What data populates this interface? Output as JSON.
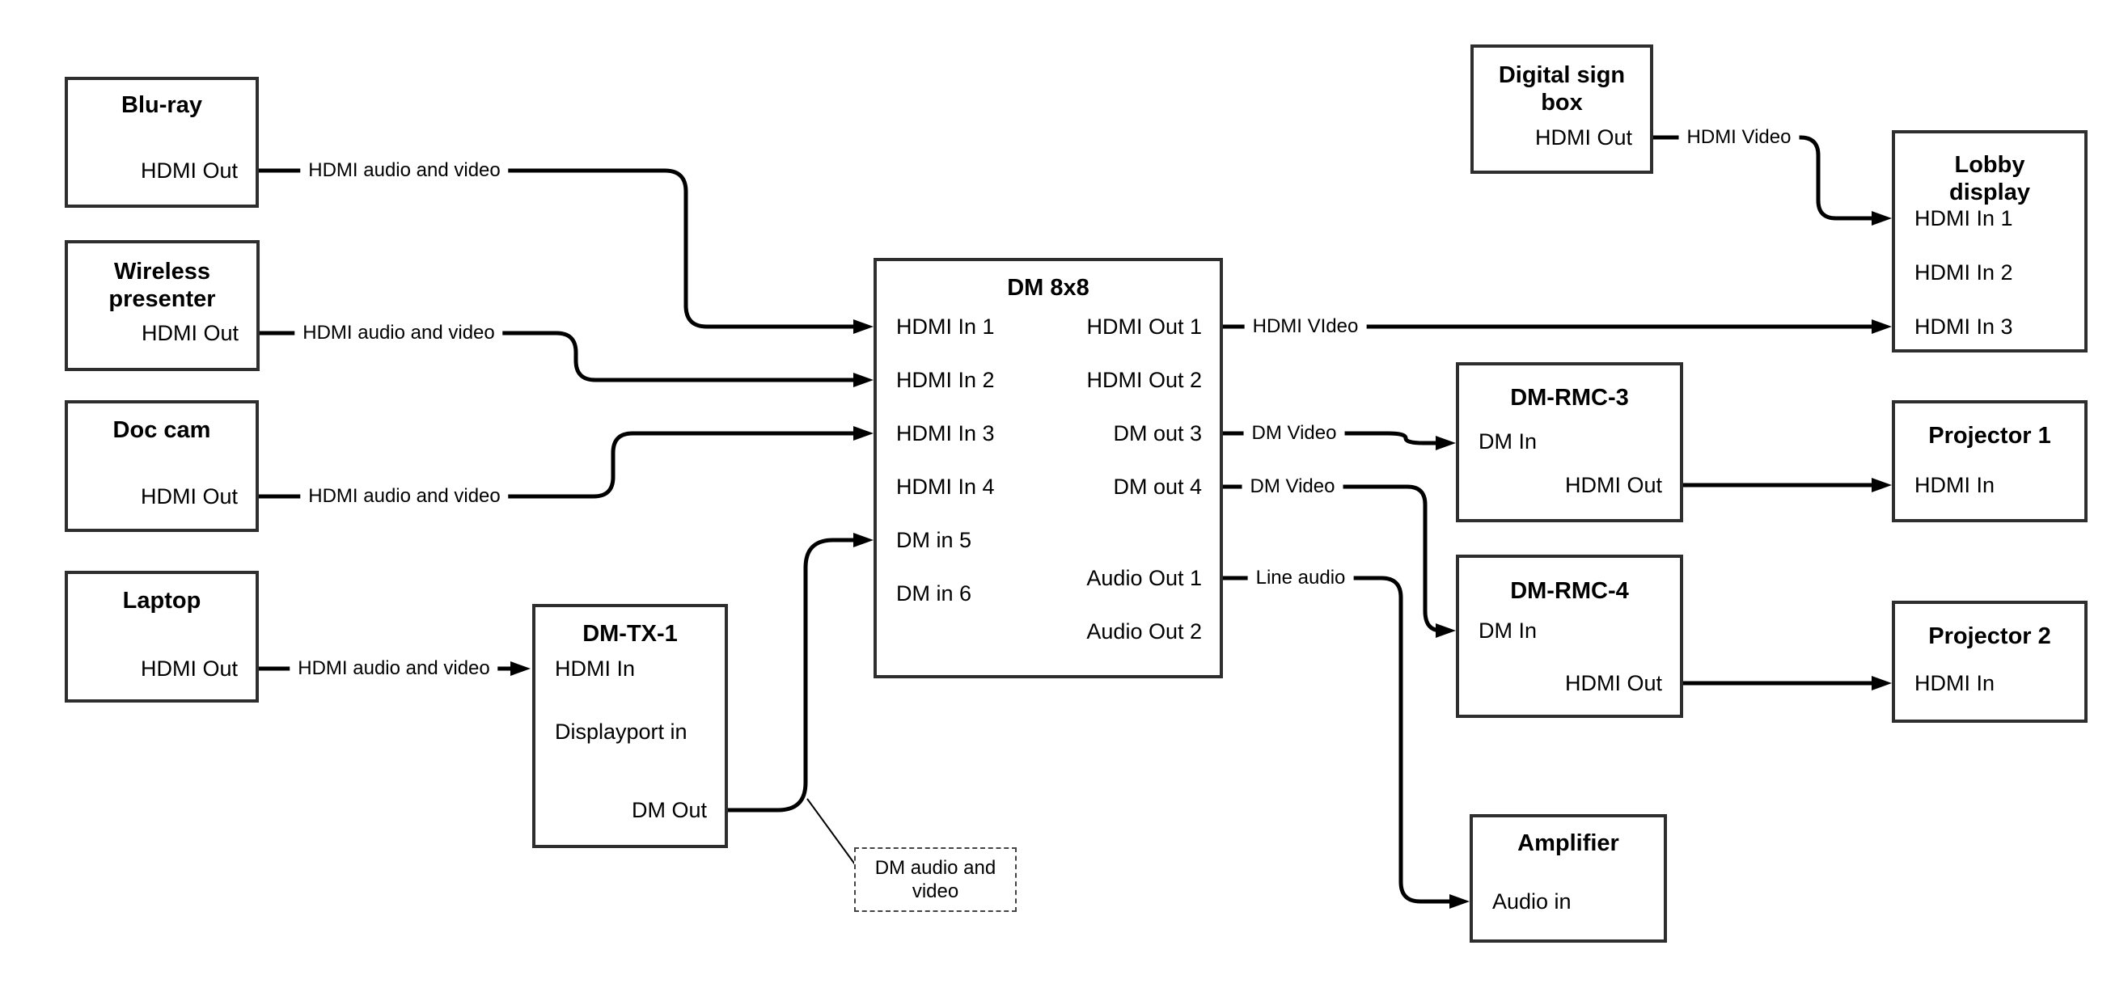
{
  "diagram": {
    "nodes": [
      {
        "id": "bluray",
        "title": [
          "Blu-ray"
        ],
        "ports": [
          {
            "id": "hdmi-out",
            "label": "HDMI Out"
          }
        ]
      },
      {
        "id": "wireless",
        "title": [
          "Wireless",
          "presenter"
        ],
        "ports": [
          {
            "id": "hdmi-out",
            "label": "HDMI Out"
          }
        ]
      },
      {
        "id": "doccam",
        "title": [
          "Doc cam"
        ],
        "ports": [
          {
            "id": "hdmi-out",
            "label": "HDMI Out"
          }
        ]
      },
      {
        "id": "laptop",
        "title": [
          "Laptop"
        ],
        "ports": [
          {
            "id": "hdmi-out",
            "label": "HDMI Out"
          }
        ]
      },
      {
        "id": "dmtx1",
        "title": [
          "DM-TX-1"
        ],
        "ports": [
          {
            "id": "hdmi-in",
            "label": "HDMI In"
          },
          {
            "id": "displayport-in",
            "label": "Displayport in"
          },
          {
            "id": "dm-out",
            "label": "DM Out"
          }
        ]
      },
      {
        "id": "dm8x8",
        "title": [
          "DM 8x8"
        ],
        "ports": [
          {
            "id": "hdmi-in-1",
            "label": "HDMI In 1"
          },
          {
            "id": "hdmi-in-2",
            "label": "HDMI In 2"
          },
          {
            "id": "hdmi-in-3",
            "label": "HDMI In 3"
          },
          {
            "id": "hdmi-in-4",
            "label": "HDMI In 4"
          },
          {
            "id": "dm-in-5",
            "label": "DM in 5"
          },
          {
            "id": "dm-in-6",
            "label": "DM in 6"
          },
          {
            "id": "hdmi-out-1",
            "label": "HDMI Out 1"
          },
          {
            "id": "hdmi-out-2",
            "label": "HDMI Out 2"
          },
          {
            "id": "dm-out-3",
            "label": "DM out 3"
          },
          {
            "id": "dm-out-4",
            "label": "DM out 4"
          },
          {
            "id": "audio-out-1",
            "label": "Audio Out 1"
          },
          {
            "id": "audio-out-2",
            "label": "Audio Out 2"
          }
        ]
      },
      {
        "id": "digitalsign",
        "title": [
          "Digital sign",
          "box"
        ],
        "ports": [
          {
            "id": "hdmi-out",
            "label": "HDMI Out"
          }
        ]
      },
      {
        "id": "lobby",
        "title": [
          "Lobby",
          "display"
        ],
        "ports": [
          {
            "id": "hdmi-in-1",
            "label": "HDMI In 1"
          },
          {
            "id": "hdmi-in-2",
            "label": "HDMI In 2"
          },
          {
            "id": "hdmi-in-3",
            "label": "HDMI In 3"
          }
        ]
      },
      {
        "id": "dmrmc3",
        "title": [
          "DM-RMC-3"
        ],
        "ports": [
          {
            "id": "dm-in",
            "label": "DM In"
          },
          {
            "id": "hdmi-out",
            "label": "HDMI Out"
          }
        ]
      },
      {
        "id": "proj1",
        "title": [
          "Projector 1"
        ],
        "ports": [
          {
            "id": "hdmi-in",
            "label": "HDMI In"
          }
        ]
      },
      {
        "id": "dmrmc4",
        "title": [
          "DM-RMC-4"
        ],
        "ports": [
          {
            "id": "dm-in",
            "label": "DM In"
          },
          {
            "id": "hdmi-out",
            "label": "HDMI Out"
          }
        ]
      },
      {
        "id": "proj2",
        "title": [
          "Projector 2"
        ],
        "ports": [
          {
            "id": "hdmi-in",
            "label": "HDMI In"
          }
        ]
      },
      {
        "id": "amplifier",
        "title": [
          "Amplifier"
        ],
        "ports": [
          {
            "id": "audio-in",
            "label": "Audio in"
          }
        ]
      }
    ],
    "wires": [
      {
        "id": "bluray-to-dm8x8",
        "label": "HDMI audio and video",
        "from": "Blu-ray HDMI Out",
        "to": "DM 8x8 HDMI In 1"
      },
      {
        "id": "wireless-to-dm8x8",
        "label": "HDMI audio and video",
        "from": "Wireless presenter HDMI Out",
        "to": "DM 8x8 HDMI In 2"
      },
      {
        "id": "doccam-to-dm8x8",
        "label": "HDMI audio and video",
        "from": "Doc cam HDMI Out",
        "to": "DM 8x8 HDMI In 3"
      },
      {
        "id": "laptop-to-dmtx1",
        "label": "HDMI audio and video",
        "from": "Laptop HDMI Out",
        "to": "DM-TX-1 HDMI In"
      },
      {
        "id": "dmtx1-to-dm8x8",
        "label": "",
        "from": "DM-TX-1 DM Out",
        "to": "DM 8x8 DM in 5"
      },
      {
        "id": "dm8x8-to-lobby",
        "label": "HDMI VIdeo",
        "from": "DM 8x8 HDMI Out 1",
        "to": "Lobby display HDMI In 3"
      },
      {
        "id": "dm8x8-to-dmrmc3",
        "label": "DM Video",
        "from": "DM 8x8 DM out 3",
        "to": "DM-RMC-3 DM In"
      },
      {
        "id": "dm8x8-to-dmrmc4",
        "label": "DM Video",
        "from": "DM 8x8 DM out 4",
        "to": "DM-RMC-4 DM In"
      },
      {
        "id": "dm8x8-to-amplifier",
        "label": "Line audio",
        "from": "DM 8x8 Audio Out 1",
        "to": "Amplifier Audio in"
      },
      {
        "id": "digitalsign-to-lobby",
        "label": "HDMI Video",
        "from": "Digital sign box HDMI Out",
        "to": "Lobby display HDMI In 1"
      },
      {
        "id": "dmrmc3-to-proj1",
        "label": "",
        "from": "DM-RMC-3 HDMI Out",
        "to": "Projector 1 HDMI In"
      },
      {
        "id": "dmrmc4-to-proj2",
        "label": "",
        "from": "DM-RMC-4 HDMI Out",
        "to": "Projector 2 HDMI In"
      }
    ],
    "note": {
      "lines": [
        "DM audio and",
        "video"
      ],
      "attached_to": "dmtx1-to-dm8x8"
    }
  },
  "colors": {
    "background": "#ffffff",
    "wire": "#000000",
    "box_border": "#2e2e2e",
    "text": "#000000"
  }
}
